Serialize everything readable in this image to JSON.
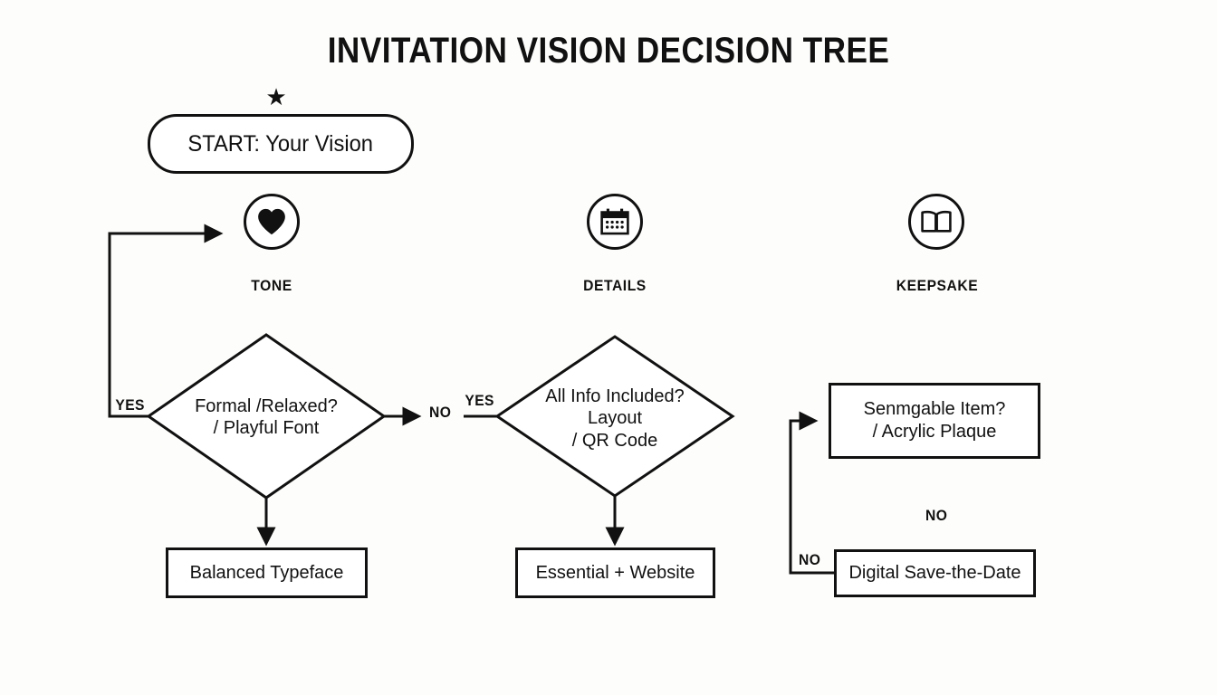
{
  "page": {
    "title": "INVITATION VISION DECISION TREE",
    "background_color": "#fdfdfb",
    "ink_color": "#111111"
  },
  "start": {
    "star_icon": "star-icon",
    "star_glyph": "★",
    "label": "START: Your Vision"
  },
  "categories": [
    {
      "icon": "heart-icon",
      "label": "TONE"
    },
    {
      "icon": "calendar-icon",
      "label": "DETAILS"
    },
    {
      "icon": "open-book-icon",
      "label": "KEEPSAKE"
    }
  ],
  "decisions": [
    {
      "id": "tone-decision",
      "shape": "diamond",
      "text": "Formal /Relaxed?\n/ Playful Font"
    },
    {
      "id": "details-decision",
      "shape": "diamond",
      "text": "All Info Included?\nLayout\n/ QR Code"
    }
  ],
  "boxes": [
    {
      "id": "keepsake-decision",
      "text": "Senmgable Item?\n/ Acrylic Plaque"
    },
    {
      "id": "tone-outcome",
      "text": "Balanced Typeface"
    },
    {
      "id": "details-outcome",
      "text": "Essential + Website"
    },
    {
      "id": "keepsake-outcome",
      "text": "Digital Save-the-Date"
    }
  ],
  "edge_labels": [
    {
      "id": "tone-loop-yes",
      "text": "YES"
    },
    {
      "id": "tone-to-details-no",
      "text": "NO"
    },
    {
      "id": "details-yes",
      "text": "YES"
    },
    {
      "id": "keepsake-no-middle",
      "text": "NO"
    },
    {
      "id": "keepsake-loop-no",
      "text": "NO"
    }
  ]
}
